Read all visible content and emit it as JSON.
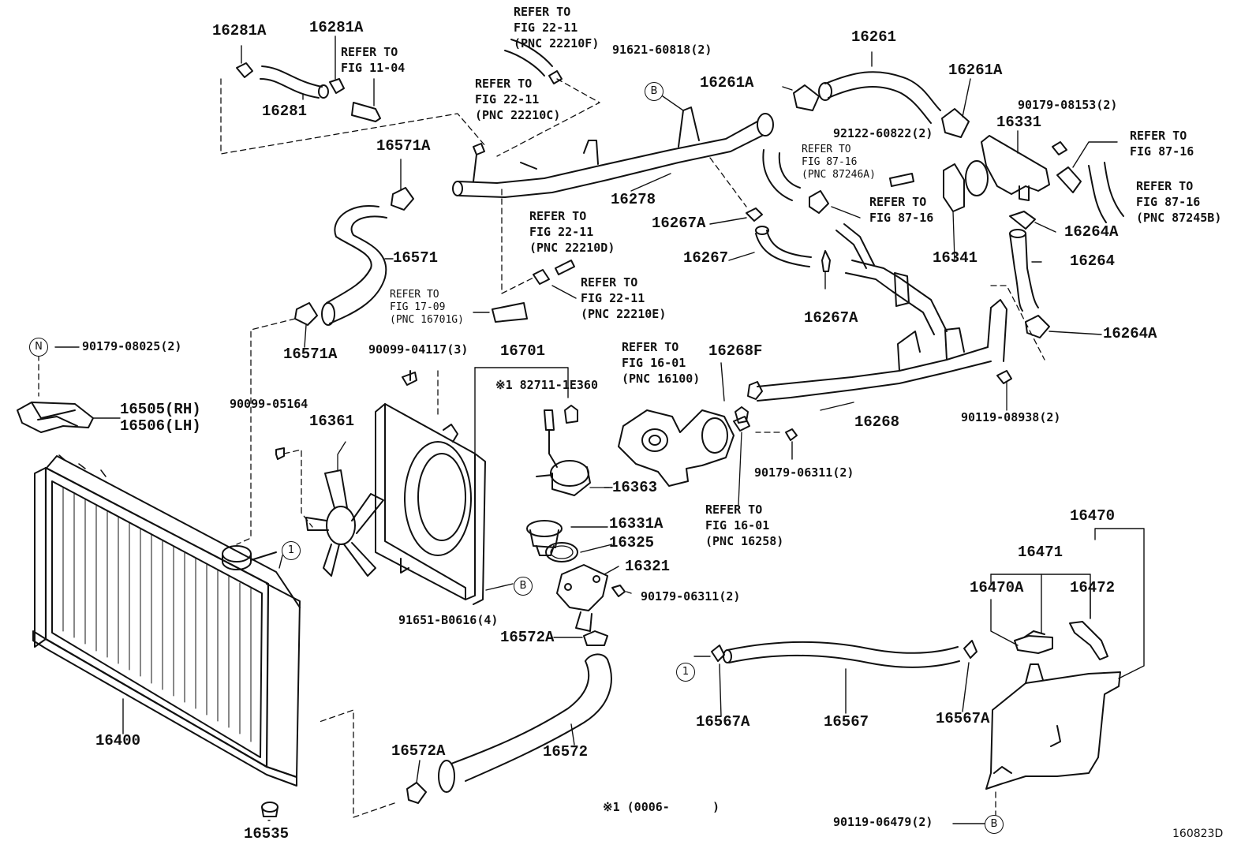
{
  "diagram": {
    "code": "160823D",
    "note": "※1 (0006-      )",
    "stroke_color": "#111111",
    "background": "#ffffff",
    "circle_markers": {
      "B": "B",
      "N": "N",
      "one": "1"
    },
    "labels": {
      "l16281A_a": "16281A",
      "l16281A_b": "16281A",
      "l16281": "16281",
      "ref1104": "REFER TO\nFIG 11-04",
      "ref2211f": "REFER TO\nFIG 22-11\n(PNC 22210F)",
      "ref2211c": "REFER TO\nFIG 22-11\n(PNC 22210C)",
      "l91621": "91621-60818(2)",
      "l16261": "16261",
      "l16261A_a": "16261A",
      "l16261A_b": "16261A",
      "l90179_08153": "90179-08153(2)",
      "l92122": "92122-60822(2)",
      "l16331": "16331",
      "ref8716a": "REFER TO\nFIG 87-16\n(PNC 87246A)",
      "ref8716": "REFER TO\nFIG 87-16",
      "ref8716b": "REFER TO\nFIG 87-16\n(PNC 87245B)",
      "ref8716c": "REFER TO\nFIG 87-16",
      "l16571A_a": "16571A",
      "l16278": "16278",
      "l16267A_a": "16267A",
      "l16264A_a": "16264A",
      "ref2211d": "REFER TO\nFIG 22-11\n(PNC 22210D)",
      "l16267": "16267",
      "l16341": "16341",
      "l16264": "16264",
      "l16571": "16571",
      "ref2211e": "REFER TO\nFIG 22-11\n(PNC 22210E)",
      "ref1709": "REFER TO\nFIG 17-09\n(PNC 16701G)",
      "l16267A_b": "16267A",
      "l16264A_b": "16264A",
      "l16571A_b": "16571A",
      "l90179_08025": "90179-08025(2)",
      "l90099_04117": "90099-04117(3)",
      "l16701": "16701",
      "ref1601": "REFER TO\nFIG 16-01\n(PNC 16100)",
      "l16268F": "16268F",
      "l82711": "※1 82711-1E360",
      "l16505": "16505(RH)",
      "l16506": "16506(LH)",
      "l90099_05164": "90099-05164",
      "l16361": "16361",
      "l16268": "16268",
      "l90119_08938": "90119-08938(2)",
      "l90179_06311_a": "90179-06311(2)",
      "l16363": "16363",
      "ref1601b": "REFER TO\nFIG 16-01\n(PNC 16258)",
      "l16470": "16470",
      "l16331A": "16331A",
      "l16325": "16325",
      "l16471": "16471",
      "l16321": "16321",
      "l16470A": "16470A",
      "l16472": "16472",
      "l91651": "91651-B0616(4)",
      "l90179_06311_b": "90179-06311(2)",
      "l16572A_a": "16572A",
      "l16400": "16400",
      "l16567A_a": "16567A",
      "l16567": "16567",
      "l16567A_b": "16567A",
      "l16572A_b": "16572A",
      "l16572": "16572",
      "l16535": "16535",
      "l90119_06479": "90119-06479(2)"
    }
  }
}
